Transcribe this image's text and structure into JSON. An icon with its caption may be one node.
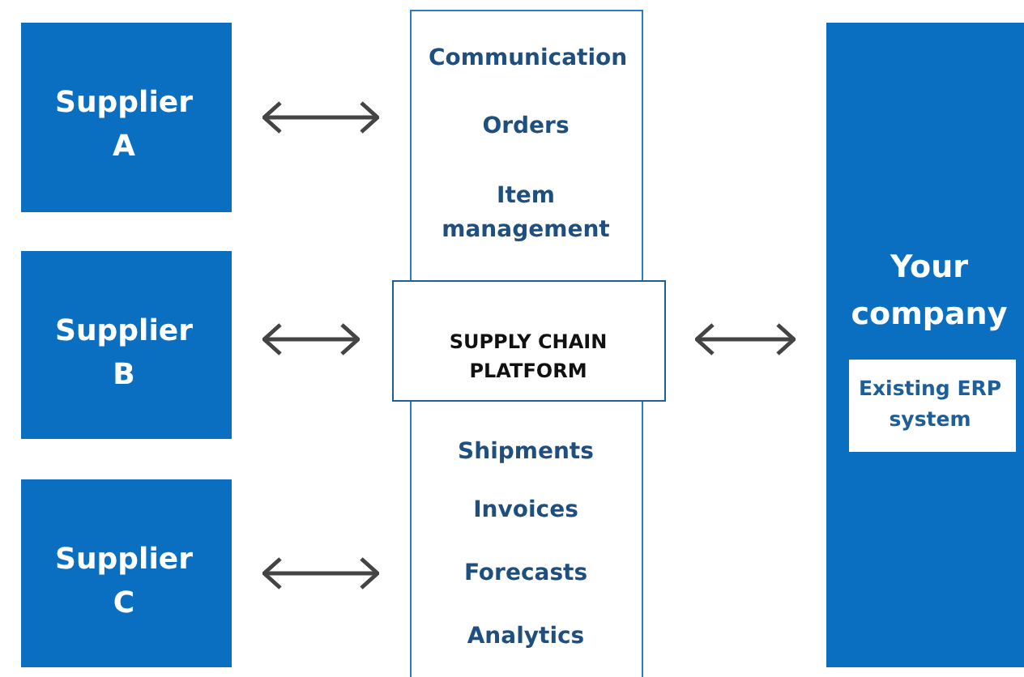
{
  "diagram": {
    "nodes": [
      {
        "text": [
          "Supplier A"
        ]
      },
      {
        "text": [
          "Supplier B"
        ]
      },
      {
        "text": [
          "Supplier C"
        ]
      },
      {
        "text": [
          "Communication",
          "Orders",
          "Item management",
          "Shipments",
          "Invoices",
          "Forecasts",
          "Analytics"
        ]
      },
      {
        "text": [
          "SUPPLY CHAIN PLATFORM"
        ],
        "in": 3
      },
      {
        "text": [
          "Your company"
        ]
      },
      {
        "text": [
          "Existing ERP system"
        ],
        "in": 5
      }
    ],
    "edges": [
      {
        "from": 0,
        "to": 3,
        "arrow": "both"
      },
      {
        "from": 1,
        "to": 4,
        "arrow": "both"
      },
      {
        "from": 2,
        "to": 3,
        "arrow": "both"
      },
      {
        "from": 4,
        "to": 5,
        "arrow": "both"
      }
    ]
  }
}
